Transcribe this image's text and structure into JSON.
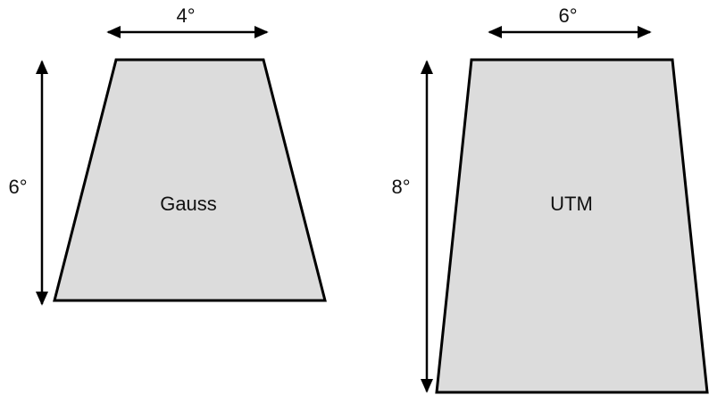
{
  "colors": {
    "fill": "#dcdcdc",
    "stroke": "#000000"
  },
  "gauss": {
    "name": "Gauss",
    "width_label": "4°",
    "height_label": "6°"
  },
  "utm": {
    "name": "UTM",
    "width_label": "6°",
    "height_label": "8°"
  }
}
